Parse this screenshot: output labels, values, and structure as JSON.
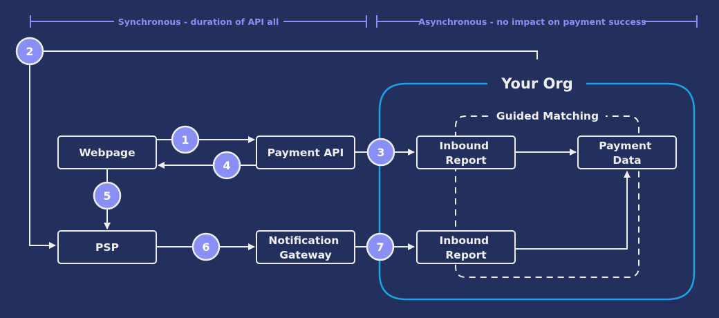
{
  "header": {
    "sync_label": "Synchronous - duration of API all",
    "async_label": "Asynchronous - no impact on payment success"
  },
  "org": {
    "title": "Your Org",
    "guided_matching": "Guided Matching"
  },
  "nodes": {
    "webpage": "Webpage",
    "payment_api": "Payment API",
    "psp": "PSP",
    "notification_gateway": [
      "Notification",
      "Gateway"
    ],
    "inbound_report_top": [
      "Inbound",
      "Report"
    ],
    "inbound_report_bottom": [
      "Inbound",
      "Report"
    ],
    "payment_data": [
      "Payment",
      "Data"
    ]
  },
  "steps": [
    "1",
    "2",
    "3",
    "4",
    "5",
    "6",
    "7"
  ],
  "colors": {
    "background": "#232f5c",
    "accent": "#8b8ff5",
    "org_border": "#1da1e6",
    "line": "#eeeeee"
  }
}
